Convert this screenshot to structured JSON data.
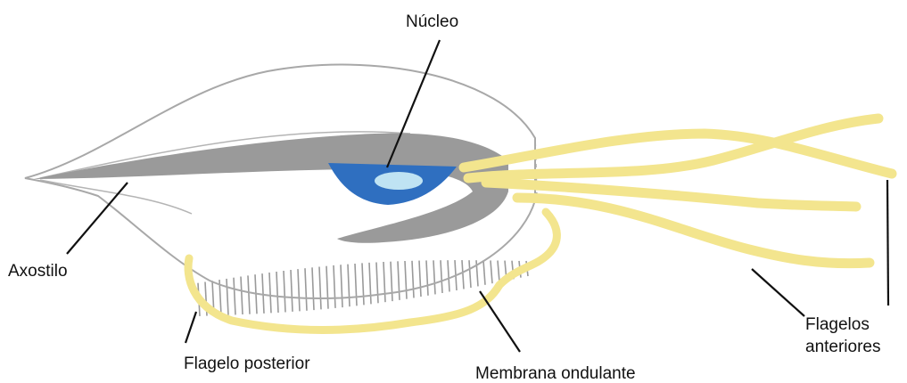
{
  "labels": {
    "nucleo": "Núcleo",
    "axostilo": "Axostilo",
    "flagelo_posterior": "Flagelo posterior",
    "membrana_ondulante": "Membrana ondulante",
    "flagelos_anteriores_line1": "Flagelos",
    "flagelos_anteriores_line2": "anteriores"
  },
  "colors": {
    "outline": "#a8a8a8",
    "axostyle": "#9a9a9a",
    "nucleus": "#2f6fc0",
    "nucleolus": "#bfe3f3",
    "flagella": "#f3e58e",
    "leader": "#111111"
  }
}
